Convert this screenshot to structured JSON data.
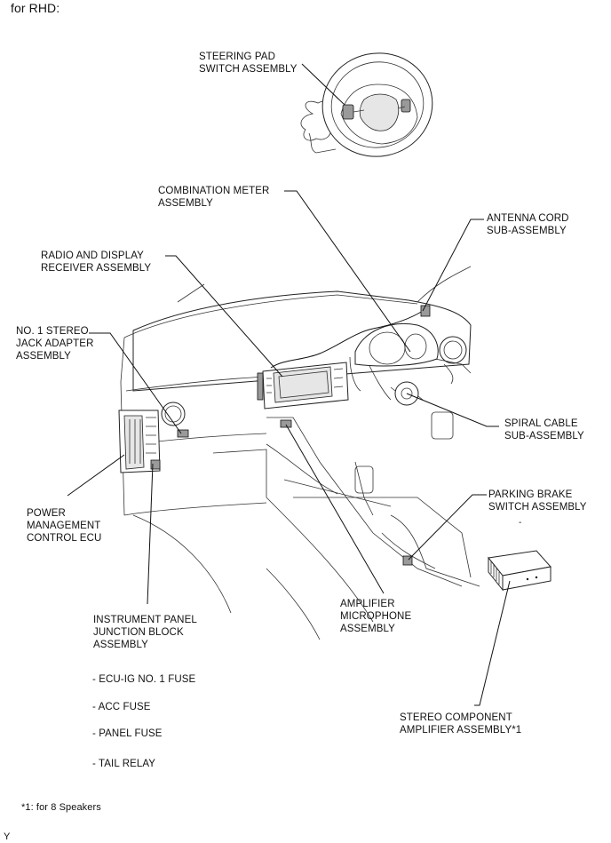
{
  "header": "for RHD:",
  "labels": {
    "steering_pad": [
      "STEERING PAD",
      "SWITCH ASSEMBLY"
    ],
    "combination_meter": [
      "COMBINATION METER",
      "ASSEMBLY"
    ],
    "antenna_cord": [
      "ANTENNA CORD",
      "SUB-ASSEMBLY"
    ],
    "radio_display": [
      "RADIO AND DISPLAY",
      "RECEIVER ASSEMBLY"
    ],
    "stereo_jack": [
      "NO. 1 STEREO",
      "JACK ADAPTER",
      "ASSEMBLY"
    ],
    "spiral_cable": [
      "SPIRAL CABLE",
      "SUB-ASSEMBLY"
    ],
    "parking_brake": [
      "PARKING BRAKE",
      "SWITCH ASSEMBLY"
    ],
    "power_ecu": [
      "POWER",
      "MANAGEMENT",
      "CONTROL ECU"
    ],
    "amplifier_mic": [
      "AMPLIFIER",
      "MICROPHONE",
      "ASSEMBLY"
    ],
    "junction_block": [
      "INSTRUMENT PANEL",
      "JUNCTION BLOCK",
      "ASSEMBLY"
    ],
    "stereo_amp": [
      "STEREO COMPONENT",
      "AMPLIFIER ASSEMBLY*1"
    ]
  },
  "fuses": [
    "- ECU-IG NO. 1 FUSE",
    "- ACC FUSE",
    "- PANEL FUSE",
    "- TAIL RELAY"
  ],
  "footnote": "*1: for 8 Speakers",
  "corner_mark": "Y",
  "small_mark": "-"
}
